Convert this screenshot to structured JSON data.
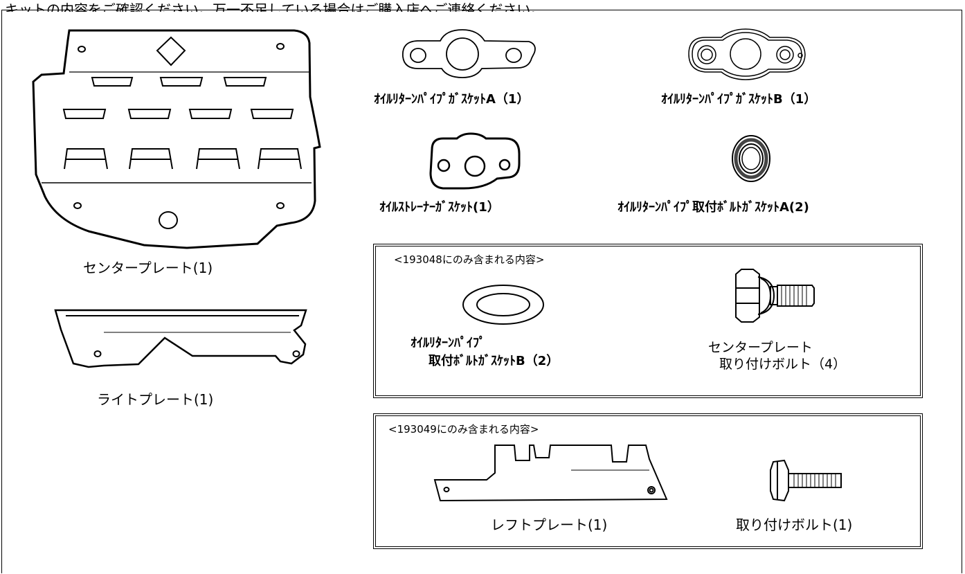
{
  "header": {
    "text": "キットの内容をご確認ください。万一不足している場合はご購入店へご連絡ください。"
  },
  "parts": {
    "center_plate": "センタープレート(1)",
    "right_plate": "ライトプレート(1)",
    "gasket_a": "ｵｲﾙﾘﾀｰﾝﾊﾟｲﾌﾟｶﾞｽｹｯﾄA（1）",
    "gasket_b": "ｵｲﾙﾘﾀｰﾝﾊﾟｲﾌﾟｶﾞｽｹｯﾄB（1）",
    "strainer_gasket": "ｵｲﾙｽﾄﾚｰﾅｰｶﾞｽｹｯﾄ(1）",
    "bolt_gasket_a": "ｵｲﾙﾘﾀｰﾝﾊﾟｲﾌﾟ取付ﾎﾞﾙﾄｶﾞｽｹｯﾄA(2)"
  },
  "box_193048": {
    "title": "<193048にのみ含まれる内容>",
    "bolt_gasket_b_line1": "ｵｲﾙﾘﾀｰﾝﾊﾟｲﾌﾟ",
    "bolt_gasket_b_line2": "取付ﾎﾞﾙﾄｶﾞｽｹｯﾄB（2）",
    "center_bolt_line1": "センタープレート",
    "center_bolt_line2": "取り付けボルト（4）"
  },
  "box_193049": {
    "title": "<193049にのみ含まれる内容>",
    "left_plate": "レフトプレート(1)",
    "bolt": "取り付けボルト(1)"
  }
}
